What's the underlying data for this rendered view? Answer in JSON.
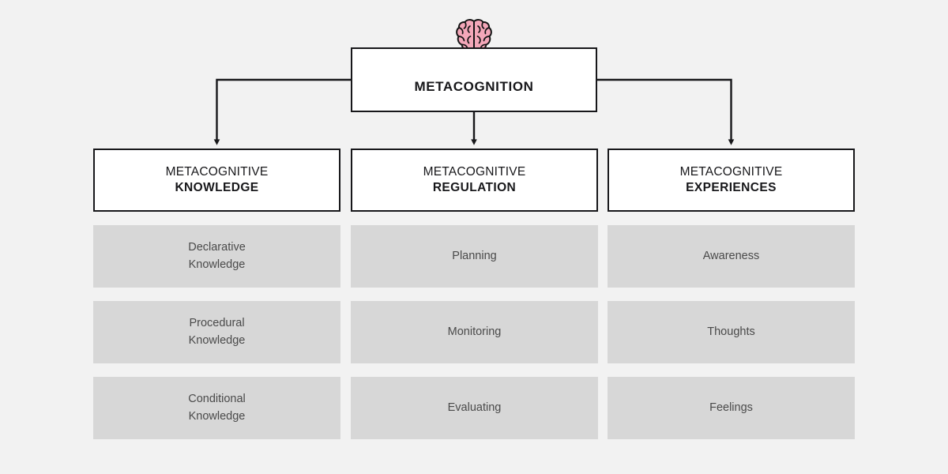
{
  "canvas": {
    "background": "#f2f2f2",
    "line_color": "#17171a",
    "box_fill": "#ffffff",
    "item_fill": "#d7d7d7",
    "item_text_color": "#4a4a4a",
    "brain_fill": "#f4a7b9"
  },
  "root": {
    "label": "METACOGNITION",
    "icon": "brain-icon"
  },
  "columns": [
    {
      "header_line1": "METACOGNITIVE",
      "header_line2": "KNOWLEDGE",
      "items": [
        "Declarative\nKnowledge",
        "Procedural\nKnowledge",
        "Conditional\nKnowledge"
      ]
    },
    {
      "header_line1": "METACOGNITIVE",
      "header_line2": "REGULATION",
      "items": [
        "Planning",
        "Monitoring",
        "Evaluating"
      ]
    },
    {
      "header_line1": "METACOGNITIVE",
      "header_line2": "EXPERIENCES",
      "items": [
        "Awareness",
        "Thoughts",
        "Feelings"
      ]
    }
  ]
}
